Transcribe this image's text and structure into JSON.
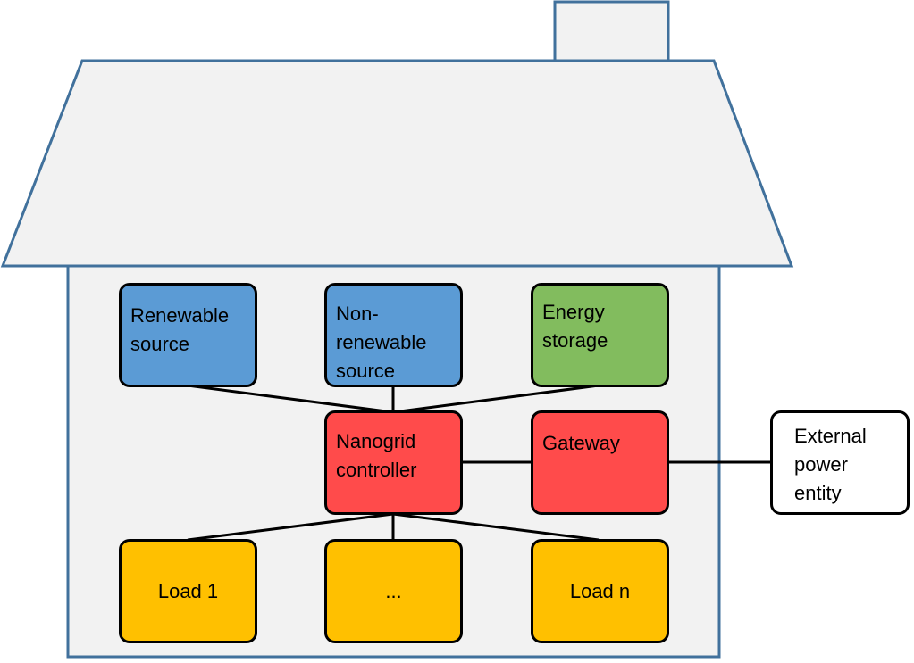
{
  "components": {
    "renewable": "Renewable\nsource",
    "non_renewable": "Non-\nrenewable\nsource",
    "storage": "Energy\nstorage",
    "controller": "Nanogrid\ncontroller",
    "gateway": "Gateway",
    "external": "External\npower\nentity",
    "load1": "Load 1",
    "ellipsis": "...",
    "loadn": "Load n"
  },
  "colors": {
    "house_fill": "#f2f2f2",
    "house_outline": "#41719c",
    "source": "#5b9bd5",
    "storage": "#82bc5e",
    "control": "#ff4b4b",
    "load": "#ffc000",
    "external": "#ffffff"
  }
}
